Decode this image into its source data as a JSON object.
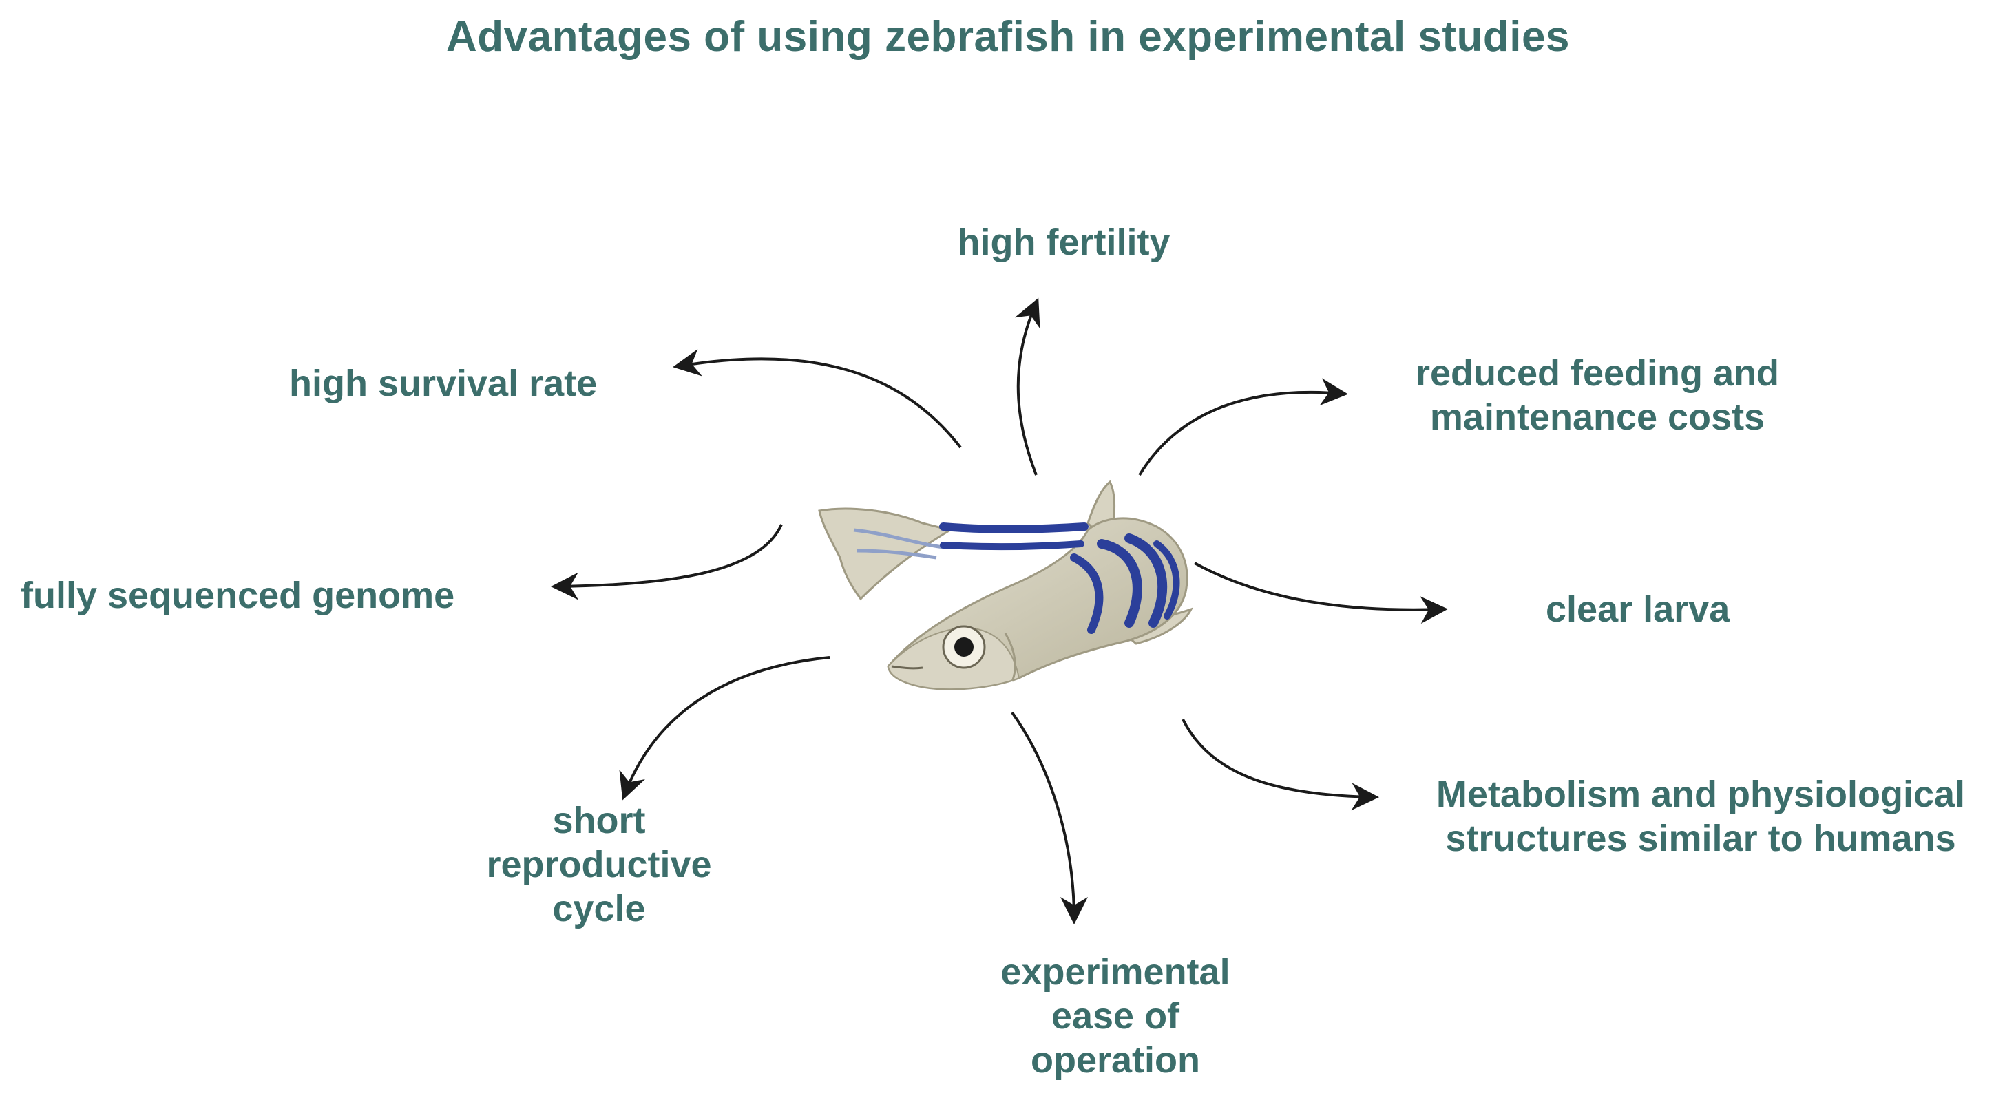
{
  "title": "Advantages of using zebrafish in experimental studies",
  "advantages": {
    "high_fertility": [
      "high fertility"
    ],
    "high_survival_rate": [
      "high survival rate"
    ],
    "reduced_costs": [
      "reduced feeding and",
      "maintenance costs"
    ],
    "fully_sequenced_genome": [
      "fully sequenced genome"
    ],
    "clear_larva": [
      "clear larva"
    ],
    "short_reproductive_cycle": [
      "short",
      "reproductive",
      "cycle"
    ],
    "metabolism_similar": [
      "Metabolism and physiological",
      "structures similar to humans"
    ],
    "experimental_ease": [
      "experimental",
      "ease of",
      "operation"
    ]
  },
  "colors": {
    "label_text": "#3c6e6b",
    "arrow": "#1a1a1a",
    "fish_body": "#cfcab5",
    "fish_stripe": "#2b3f9a",
    "fish_fin": "#d8d4c2"
  },
  "icons": {
    "center": "zebrafish-illustration",
    "arrows": "curved-arrow"
  }
}
